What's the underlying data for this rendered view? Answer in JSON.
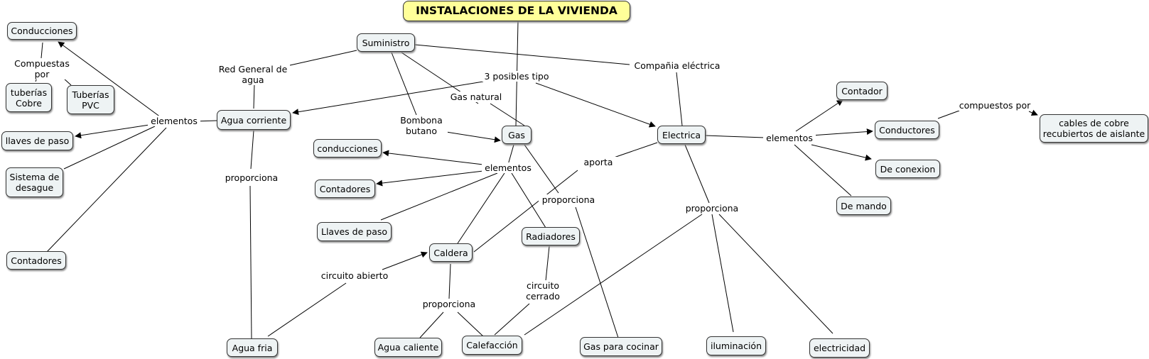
{
  "title": "INSTALACIONES DE LA VIVIENDA",
  "nodes": {
    "conducciones_top": "Conducciones",
    "tuberias_cobre": "tuberías\nCobre",
    "tuberias_pvc": "Tuberías\nPVC",
    "llaves_paso_left": "llaves de paso",
    "sistema_desague": "Sistema de\ndesague",
    "contadores_left": "Contadores",
    "suministro": "Suministro",
    "agua_corriente": "Agua corriente",
    "agua_fria": "Agua fria",
    "conducciones_gas": "conducciones",
    "contadores_gas": "Contadores",
    "llaves_paso_gas": "Llaves de paso",
    "gas": "Gas",
    "caldera": "Caldera",
    "radiadores": "Radiadores",
    "agua_caliente": "Agua caliente",
    "calefaccion": "Calefacción",
    "gas_cocinar": "Gas para cocinar",
    "electrica": "Electrica",
    "iluminacion": "iluminación",
    "electricidad": "electricidad",
    "contador": "Contador",
    "conductores": "Conductores",
    "de_conexion": "De conexion",
    "de_mando": "De mando",
    "cables": "cables de cobre\nrecubiertos de aislante"
  },
  "labels": {
    "compuestas_por": "Compuestas por",
    "elementos_left": "elementos",
    "red_general": "Red General de\nagua",
    "proporciona_agua": "proporciona",
    "tres_posibles": "3 posibles tipo",
    "gas_natural": "Gas natural",
    "bombona": "Bombona\nbutano",
    "elementos_gas": "elementos",
    "aporta": "aporta",
    "proporciona_gas": "proporciona",
    "circuito_abierto": "circuito abierto",
    "proporciona_caldera": "proporciona",
    "circuito_cerrado": "circuito\ncerrado",
    "compania_electrica": "Compañia eléctrica",
    "proporciona_elec": "proporciona",
    "elementos_elec": "elementos",
    "compuestos_por": "compuestos por"
  },
  "colors": {
    "node_fill": "#eef3f4",
    "title_fill": "#ffff99",
    "line": "#000000"
  }
}
